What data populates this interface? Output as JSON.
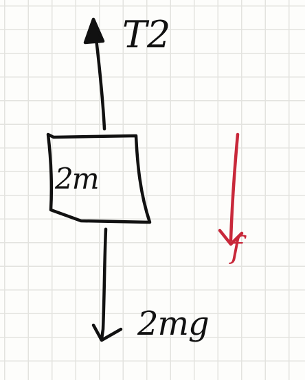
{
  "diagram": {
    "tension_label": "T2",
    "mass_label": "2m",
    "weight_label": "2mg",
    "friction_label": "f",
    "colors": {
      "ink": "#111111",
      "friction": "#c8283a",
      "grid": "#e3e3df",
      "paper": "#fdfdfb"
    }
  }
}
